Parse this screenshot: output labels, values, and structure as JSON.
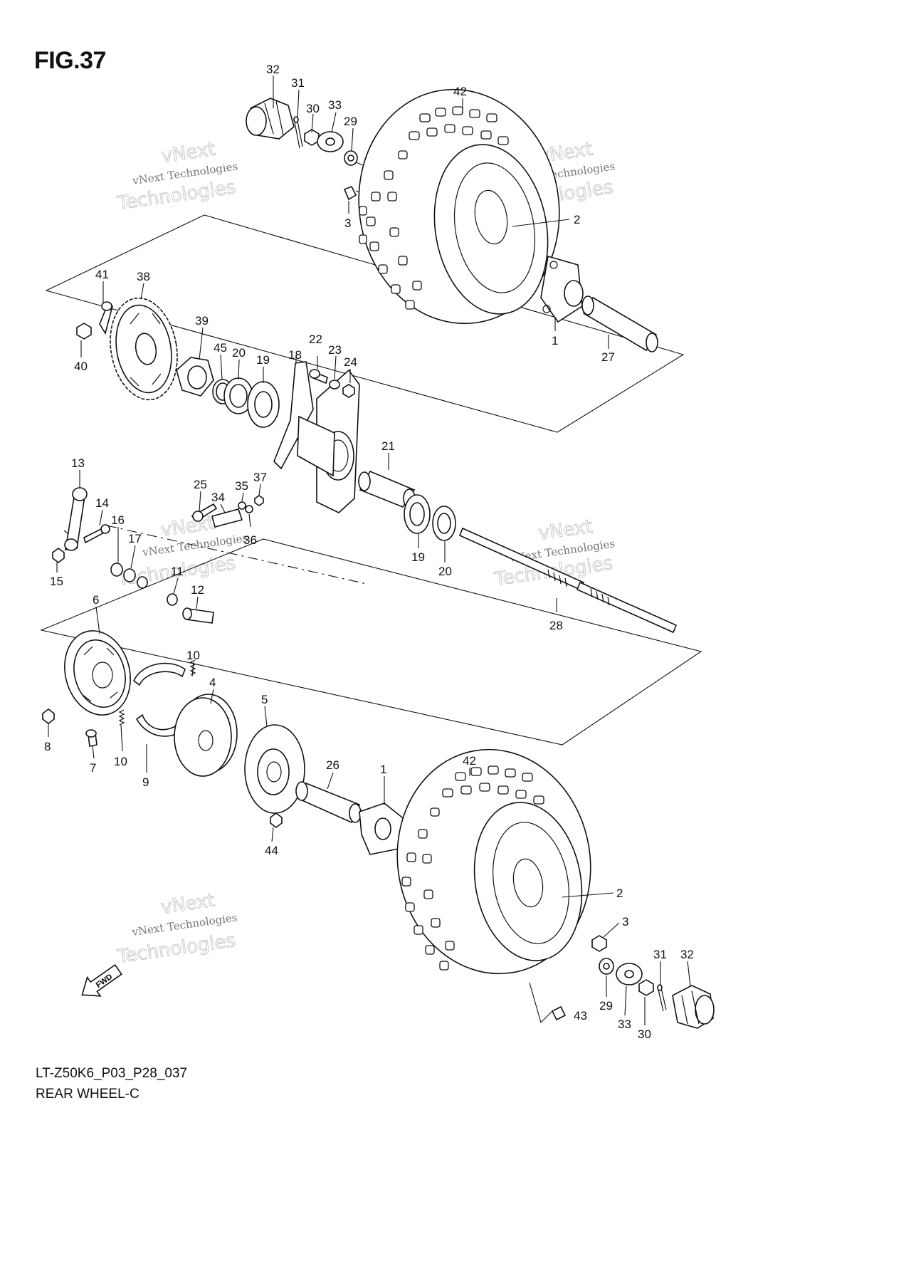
{
  "figure": {
    "title": "FIG.37",
    "model_code": "LT-Z50K6_P03_P28_037",
    "section_name": "REAR WHEEL-C",
    "direction_marker": "FWD"
  },
  "watermarks": [
    {
      "line1": "vNext Technologies",
      "line2": "Technologies",
      "line3": "vNext"
    },
    {
      "line1": "vNext Technologies",
      "line2": "Technologies",
      "line3": "vNext"
    },
    {
      "line1": "vNext Technologies",
      "line2": "Technologies",
      "line3": "vNext"
    },
    {
      "line1": "vNext Technologies",
      "line2": "Technologies",
      "line3": "vNext"
    },
    {
      "line1": "vNext Technologies",
      "line2": "Technologies",
      "line3": "vNext"
    }
  ],
  "callouts": [
    {
      "label": "32"
    },
    {
      "label": "31"
    },
    {
      "label": "30"
    },
    {
      "label": "33"
    },
    {
      "label": "29"
    },
    {
      "label": "42"
    },
    {
      "label": "2"
    },
    {
      "label": "3"
    },
    {
      "label": "1"
    },
    {
      "label": "27"
    },
    {
      "label": "41"
    },
    {
      "label": "38"
    },
    {
      "label": "40"
    },
    {
      "label": "39"
    },
    {
      "label": "45"
    },
    {
      "label": "20"
    },
    {
      "label": "19"
    },
    {
      "label": "18"
    },
    {
      "label": "22"
    },
    {
      "label": "23"
    },
    {
      "label": "24"
    },
    {
      "label": "21"
    },
    {
      "label": "13"
    },
    {
      "label": "14"
    },
    {
      "label": "16"
    },
    {
      "label": "17"
    },
    {
      "label": "15"
    },
    {
      "label": "25"
    },
    {
      "label": "34"
    },
    {
      "label": "35"
    },
    {
      "label": "37"
    },
    {
      "label": "36"
    },
    {
      "label": "19"
    },
    {
      "label": "20"
    },
    {
      "label": "28"
    },
    {
      "label": "11"
    },
    {
      "label": "12"
    },
    {
      "label": "6"
    },
    {
      "label": "8"
    },
    {
      "label": "7"
    },
    {
      "label": "10"
    },
    {
      "label": "10"
    },
    {
      "label": "9"
    },
    {
      "label": "4"
    },
    {
      "label": "5"
    },
    {
      "label": "26"
    },
    {
      "label": "1"
    },
    {
      "label": "44"
    },
    {
      "label": "42"
    },
    {
      "label": "2"
    },
    {
      "label": "3"
    },
    {
      "label": "29"
    },
    {
      "label": "33"
    },
    {
      "label": "30"
    },
    {
      "label": "31"
    },
    {
      "label": "32"
    },
    {
      "label": "43"
    }
  ]
}
